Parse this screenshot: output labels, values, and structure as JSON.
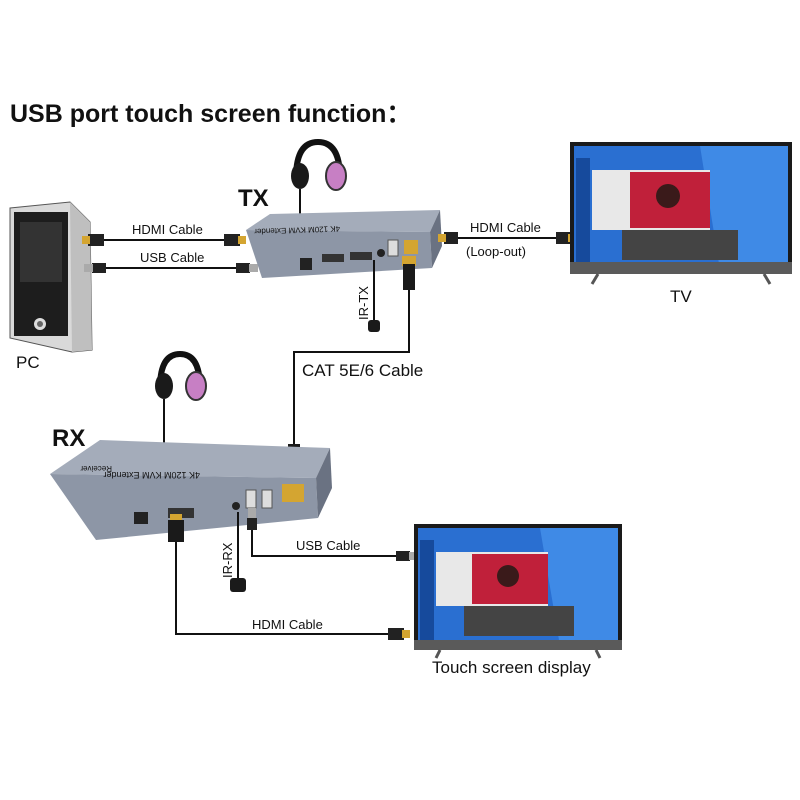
{
  "title": "USB port touch screen function：",
  "labels": {
    "tx": "TX",
    "rx": "RX",
    "pc": "PC",
    "tv": "TV",
    "touch_display": "Touch screen display",
    "ir_tx": "IR-TX",
    "ir_rx": "IR-RX",
    "loop_out": "(Loop-out)"
  },
  "cables": {
    "pc_hdmi": "HDMI Cable",
    "pc_usb": "USB Cable",
    "tv_hdmi": "HDMI Cable",
    "cat": "CAT 5E/6 Cable",
    "rx_usb": "USB Cable",
    "rx_hdmi": "HDMI Cable"
  },
  "device_text": {
    "tx_model": "4K 120M KVM Extender",
    "rx_model": "4K 120M KVM Extender",
    "rx_role": "Receiver"
  },
  "colors": {
    "device_body": "#8d96a6",
    "device_dark": "#6a7282",
    "headphone_cup": "#c77fc4",
    "screen_sky": "#2a6fd1",
    "screen_accent": "#c0203a",
    "cable": "#111111"
  },
  "icons": [
    "headphones-icon",
    "hdmi-plug-icon",
    "usb-plug-icon",
    "rj45-plug-icon",
    "ir-sensor-icon",
    "pc-tower-icon",
    "tv-icon"
  ]
}
